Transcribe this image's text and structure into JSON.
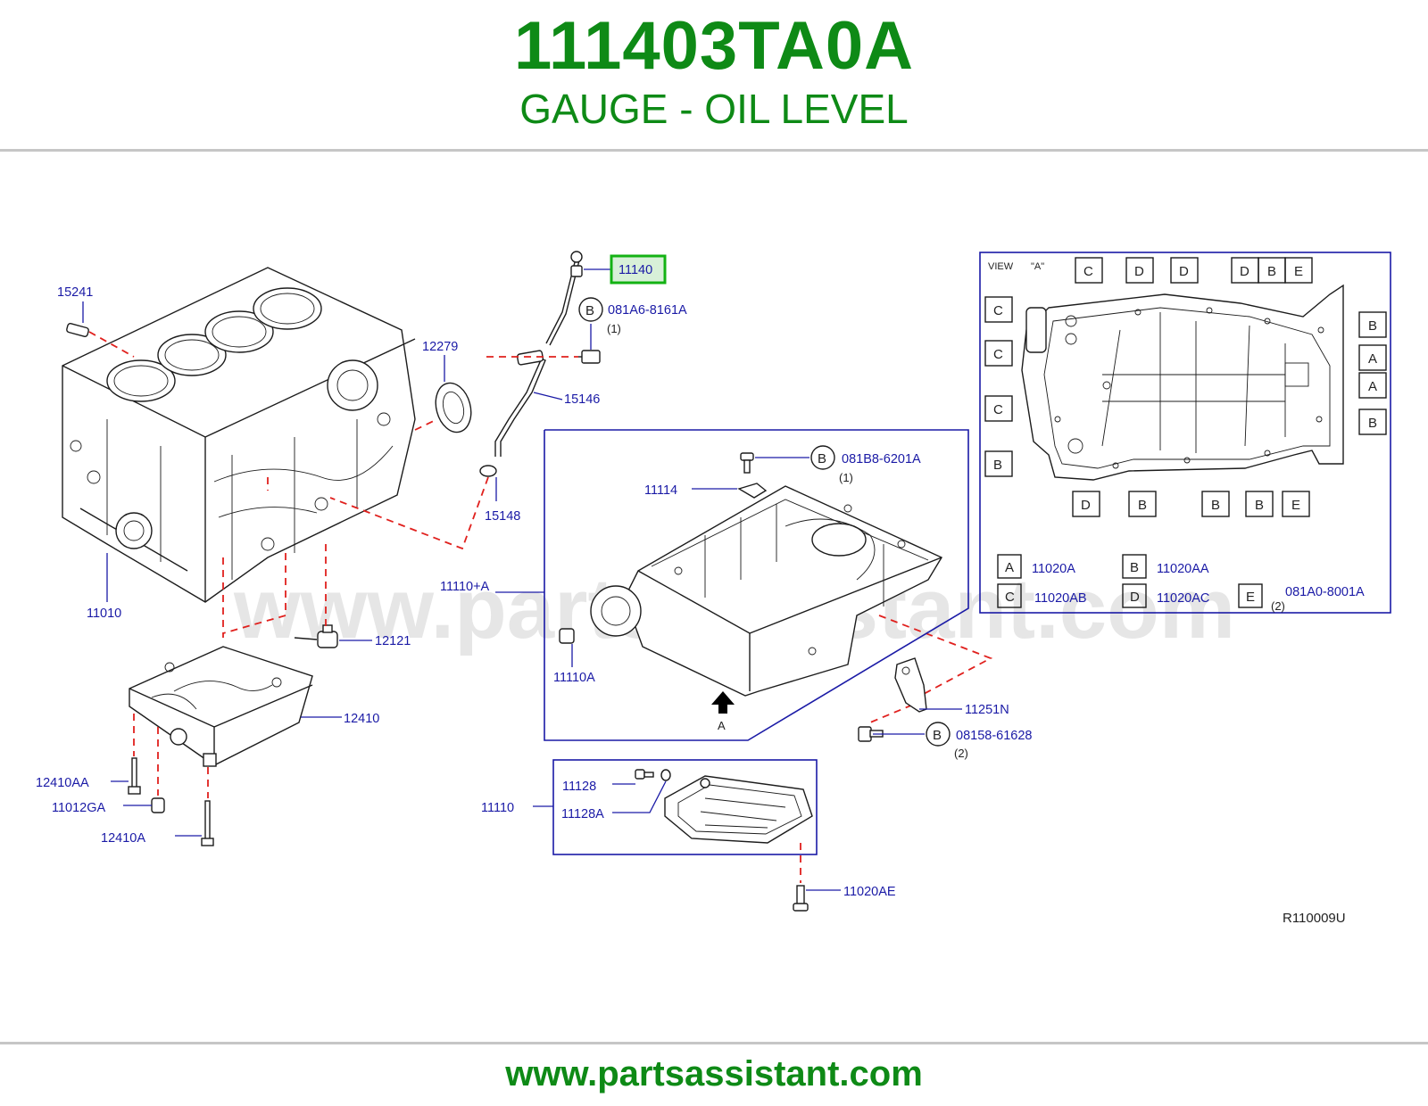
{
  "header": {
    "part_number": "111403TA0A",
    "part_name": "GAUGE - OIL LEVEL"
  },
  "footer": {
    "url": "www.partsassistant.com"
  },
  "watermark": "www.partsassistant.com",
  "diagram": {
    "ref_code": "R110009U",
    "highlighted_part": "11140",
    "view_title": "VIEW",
    "view_name": "\"A\"",
    "arrow_label": "A",
    "labels": {
      "p15241": "15241",
      "p12279": "12279",
      "p11140": "11140",
      "p081A6": "081A6-8161A",
      "p15146": "15146",
      "p15148": "15148",
      "p11010": "11010",
      "p12121": "12121",
      "p12410": "12410",
      "p12410AA": "12410AA",
      "p11012GA": "11012GA",
      "p12410A": "12410A",
      "p081B8": "081B8-6201A",
      "p11114": "11114",
      "p11110A_plus": "11110+A",
      "p11110A": "11110A",
      "p11251N": "11251N",
      "p08158": "08158-61628",
      "p11110": "11110",
      "p11128": "11128",
      "p11128A": "11128A",
      "p11020AE": "11020AE"
    },
    "qty": {
      "q1a": "(1)",
      "q1b": "(1)",
      "q2a": "(2)",
      "q2b": "(2)"
    },
    "letters": {
      "A": "A",
      "B": "B",
      "C": "C",
      "D": "D",
      "E": "E"
    },
    "legend": {
      "A": "11020A",
      "B": "11020AA",
      "C": "11020AB",
      "D": "11020AC",
      "E": "081A0-8001A"
    }
  }
}
